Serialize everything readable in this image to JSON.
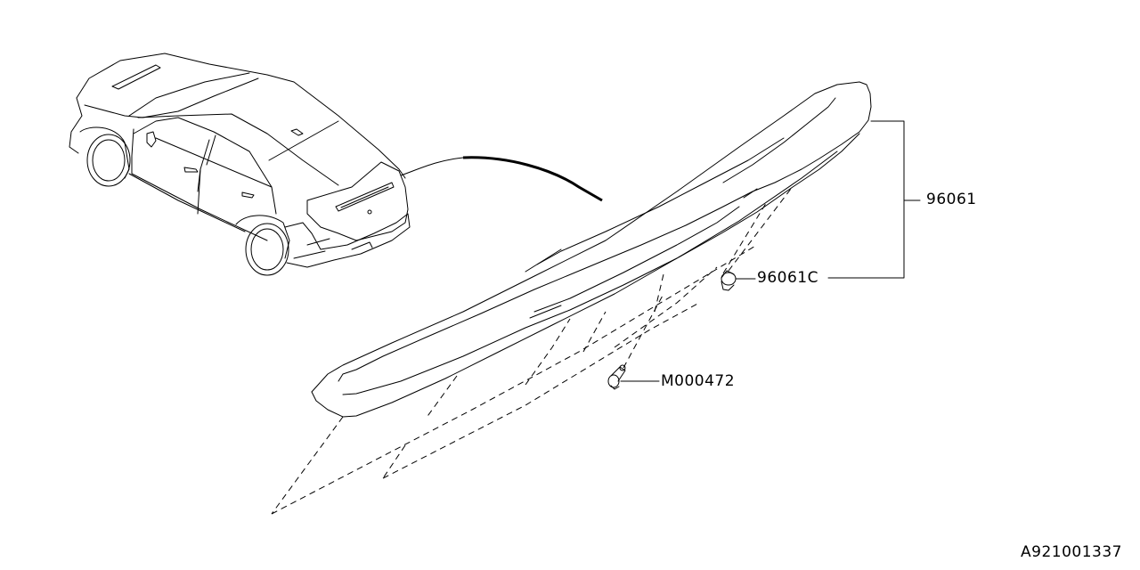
{
  "diagram": {
    "type": "exploded parts diagram",
    "subject": "rear roof spoiler assembly",
    "line_color": "#000000",
    "background": "#ffffff"
  },
  "callouts": [
    {
      "id": "spoiler",
      "part_number": "96061",
      "points_to": "rear spoiler"
    },
    {
      "id": "clip",
      "part_number": "96061C",
      "points_to": "clip"
    },
    {
      "id": "bolt",
      "part_number": "M000472",
      "points_to": "bolt"
    }
  ],
  "labels": {
    "spoiler": "96061",
    "clip": "96061C",
    "bolt": "M000472",
    "illustration_id": "A921001337"
  }
}
